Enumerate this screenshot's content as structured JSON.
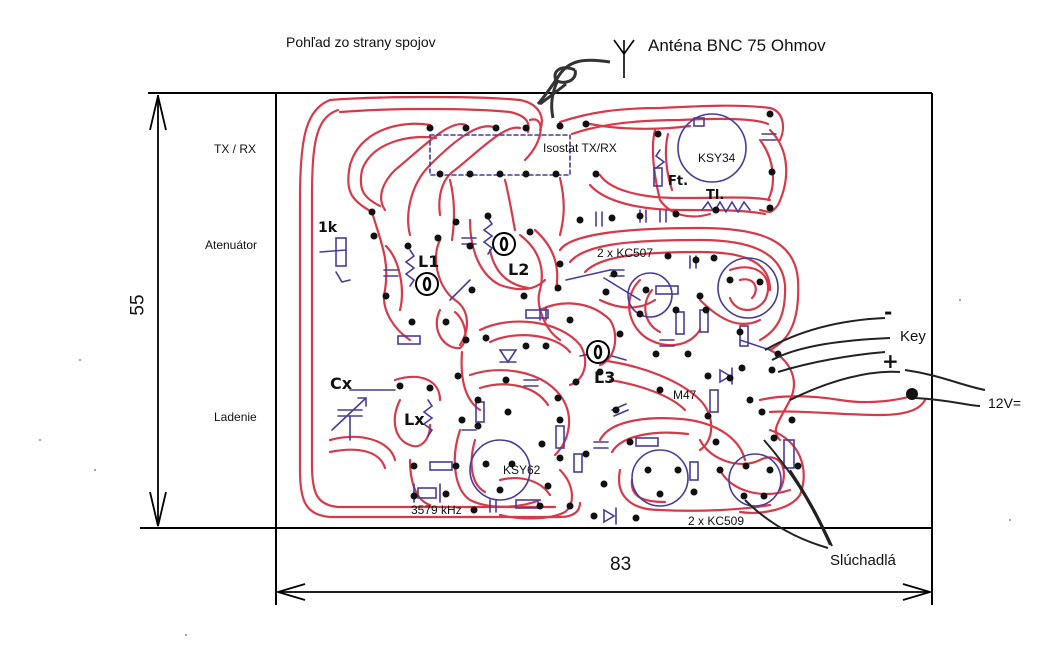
{
  "header": {
    "view_label": "Pohľad zo strany spojov",
    "antenna_label": "Anténa BNC 75 Ohmov"
  },
  "side_labels": {
    "txrx": "TX / RX",
    "attenuator": "Atenuátor",
    "tuning": "Ladenie"
  },
  "dimensions": {
    "height_mm": "55",
    "width_mm": "83"
  },
  "board_labels": {
    "switch": "Isostat TX/RX",
    "transistor_top": "KSY34",
    "pair_top": "2 x KC507",
    "oscillator": "KSY62",
    "crystal": "3579 kHz",
    "pair_bottom": "2 x KC509",
    "resistor_m47": "M47"
  },
  "handwritten": {
    "pot": "1k",
    "coil1": "L1",
    "coil2": "L2",
    "coil3": "L3",
    "cap_x": "Cx",
    "coil_x": "Lx",
    "filter": "Ft.",
    "transformer": "Tl.",
    "minus": "-",
    "plus": "+"
  },
  "connectors": {
    "key": "Key",
    "supply": "12V=",
    "headphones": "Slúchadlá"
  },
  "colors": {
    "trace": "#d63a4a",
    "component": "#4a3a9c",
    "frame": "#000000",
    "pad": "#111111"
  }
}
